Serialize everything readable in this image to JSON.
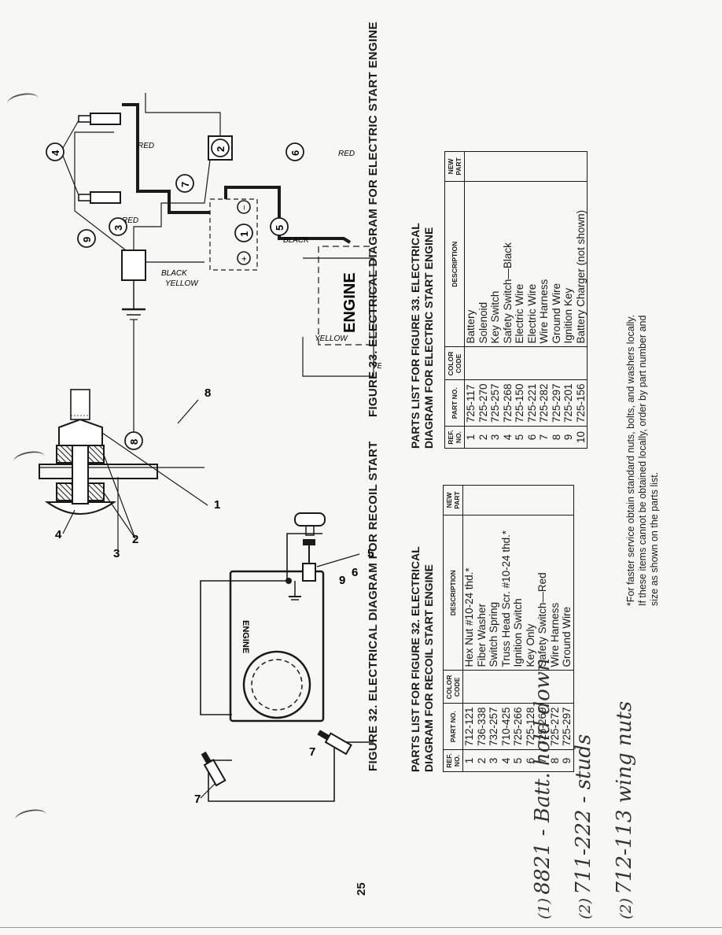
{
  "page_number": "25",
  "figure32": {
    "caption": "FIGURE 32. ELECTRICAL DIAGRAM FOR RECOIL START",
    "engine_label": "ENGINE",
    "callouts": [
      "1",
      "2",
      "3",
      "4",
      "5",
      "6",
      "7",
      "7",
      "8",
      "9"
    ]
  },
  "figure33": {
    "caption": "FIGURE 33. ELECTRICAL DIAGRAM FOR ELECTRIC START ENGINE",
    "engine_label": "ENGINE",
    "callouts": [
      "1",
      "2",
      "3",
      "4",
      "5",
      "6",
      "7",
      "8",
      "9"
    ],
    "wire_labels": {
      "red_top": "RED",
      "red_mid": "RED",
      "red_lower": "RED",
      "yellow_a": "YELLOW",
      "yellow_b": "YELLOW",
      "yellow_c": "YELLOW",
      "black": "BLACK",
      "black2": "BLACK"
    }
  },
  "parts_list_32": {
    "title": "PARTS LIST FOR FIGURE 32. ELECTRICAL DIAGRAM FOR RECOIL START ENGINE",
    "headers": [
      "REF. NO.",
      "PART NO.",
      "COLOR CODE",
      "DESCRIPTION",
      "NEW PART"
    ],
    "rows": [
      [
        "1",
        "712-121",
        "",
        "Hex Nut #10-24 thd.*",
        ""
      ],
      [
        "2",
        "736-338",
        "",
        "Fiber Washer",
        ""
      ],
      [
        "3",
        "732-257",
        "",
        "Switch Spring",
        ""
      ],
      [
        "4",
        "710-425",
        "",
        "Truss Head Scr. #10-24 thd.*",
        ""
      ],
      [
        "5",
        "725-266",
        "",
        "Ignition Switch",
        ""
      ],
      [
        "6",
        "725-128",
        "",
        "Key Only",
        ""
      ],
      [
        "7",
        "725-269",
        "",
        "Safety Switch—Red",
        ""
      ],
      [
        "8",
        "725-272",
        "",
        "Wire Harness",
        ""
      ],
      [
        "9",
        "725-297",
        "",
        "Ground Wire",
        ""
      ]
    ]
  },
  "parts_list_33": {
    "title": "PARTS LIST FOR FIGURE 33. ELECTRICAL DIAGRAM FOR ELECTRIC START ENGINE",
    "headers": [
      "REF. NO.",
      "PART NO.",
      "COLOR CODE",
      "DESCRIPTION",
      "NEW PART"
    ],
    "rows": [
      [
        "1",
        "725-117",
        "",
        "Battery",
        ""
      ],
      [
        "2",
        "725-270",
        "",
        "Solenoid",
        ""
      ],
      [
        "3",
        "725-257",
        "",
        "Key Switch",
        ""
      ],
      [
        "4",
        "725-268",
        "",
        "Safety Switch—Black",
        ""
      ],
      [
        "5",
        "725-150",
        "",
        "Electric Wire",
        ""
      ],
      [
        "6",
        "725-221",
        "",
        "Electric Wire",
        ""
      ],
      [
        "7",
        "725-282",
        "",
        "Wire Harness",
        ""
      ],
      [
        "8",
        "725-297",
        "",
        "Ground Wire",
        ""
      ],
      [
        "9",
        "725-201",
        "",
        "Ignition Key",
        ""
      ],
      [
        "10",
        "725-156",
        "",
        "Battery Charger (not shown)",
        ""
      ]
    ]
  },
  "footnote": {
    "line1": "*For faster service obtain standard nuts, bolts, and washers locally.",
    "line2": "If these items cannot be obtained locally, order by part number and",
    "line3": "size as shown on the parts list."
  },
  "handwritten": {
    "qty1": "(1)",
    "note1": "8821 - Batt. hold down",
    "qty2": "(2)",
    "note2": "711-222 - studs",
    "qty3": "(2)",
    "note3": "712-113 wing nuts"
  }
}
